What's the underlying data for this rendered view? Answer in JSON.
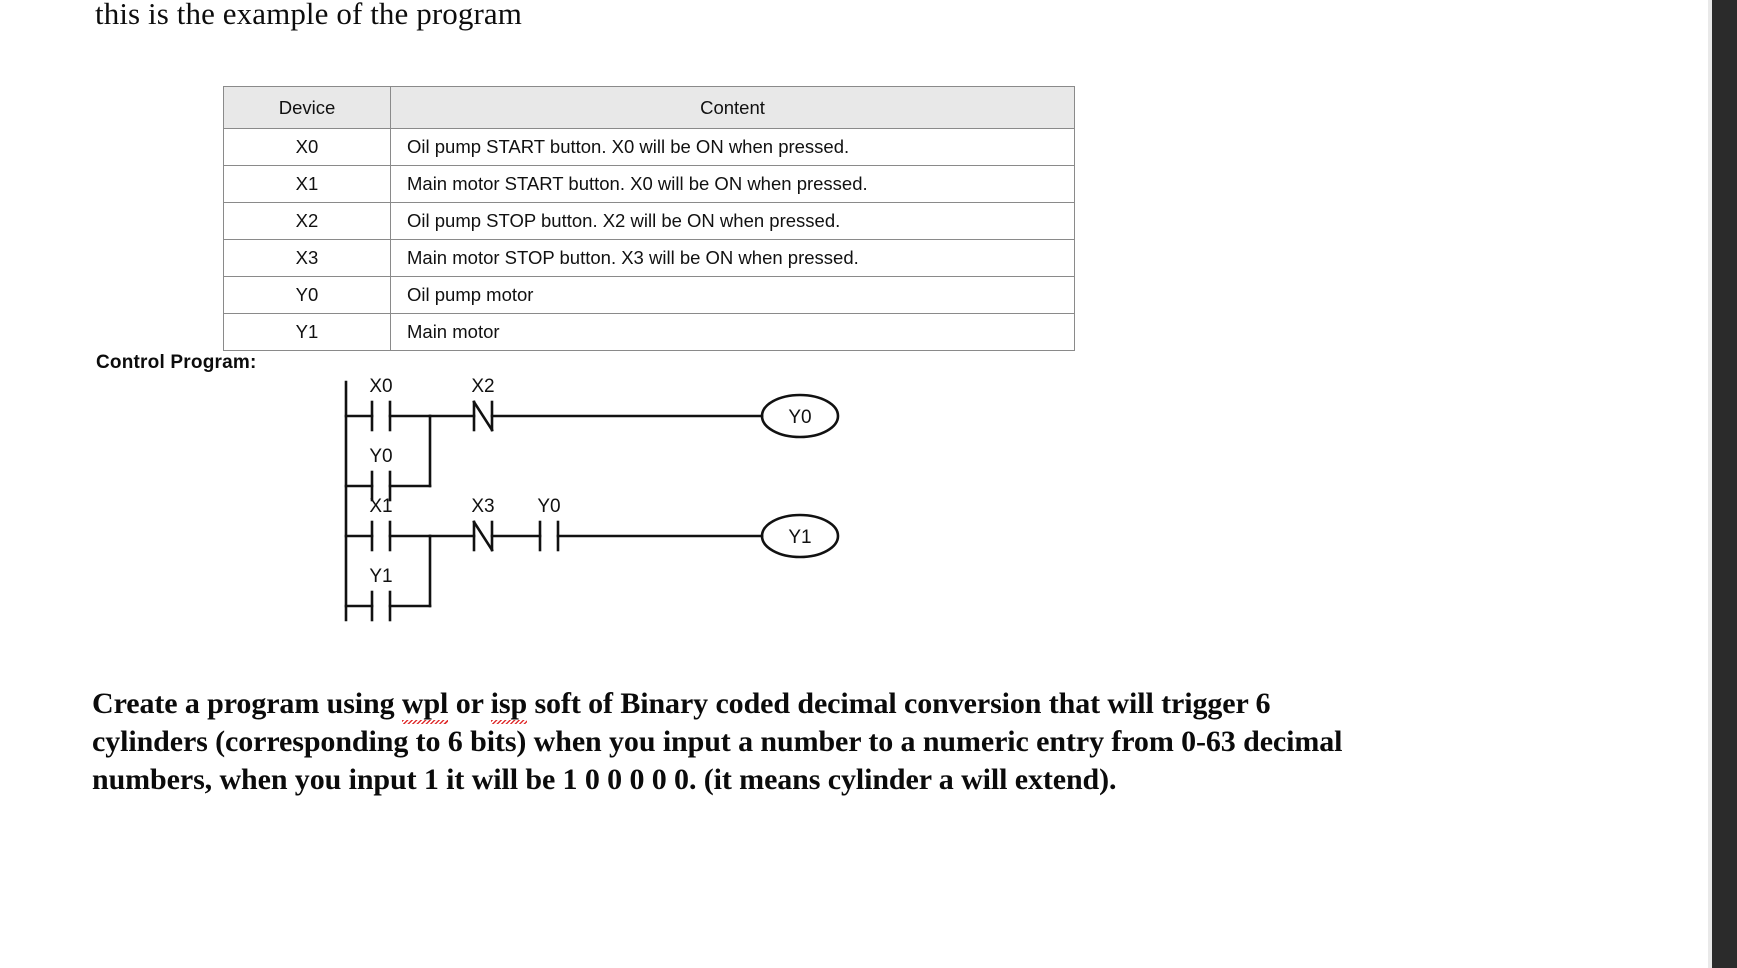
{
  "document": {
    "title": "this is the example of the program",
    "control_program_label": "Control Program:"
  },
  "device_table": {
    "headers": {
      "device": "Device",
      "content": "Content"
    },
    "rows": [
      {
        "device": "X0",
        "content": "Oil pump START button. X0 will be ON when pressed."
      },
      {
        "device": "X1",
        "content": "Main motor START button. X0 will be ON when pressed."
      },
      {
        "device": "X2",
        "content": "Oil pump STOP button. X2 will be ON when pressed."
      },
      {
        "device": "X3",
        "content": "Main motor STOP button. X3 will be ON when pressed."
      },
      {
        "device": "Y0",
        "content": "Oil pump motor"
      },
      {
        "device": "Y1",
        "content": "Main motor"
      }
    ]
  },
  "ladder_diagram": {
    "rungs": [
      {
        "name": "rung-1",
        "contacts_main": [
          {
            "label": "X0",
            "type": "normally-open"
          },
          {
            "label": "X2",
            "type": "normally-closed"
          }
        ],
        "contacts_branch": [
          {
            "label": "Y0",
            "type": "normally-open"
          }
        ],
        "coil": "Y0"
      },
      {
        "name": "rung-2",
        "contacts_main": [
          {
            "label": "X1",
            "type": "normally-open"
          },
          {
            "label": "X3",
            "type": "normally-closed"
          },
          {
            "label": "Y0",
            "type": "normally-open"
          }
        ],
        "contacts_branch": [
          {
            "label": "Y1",
            "type": "normally-open"
          }
        ],
        "coil": "Y1"
      }
    ]
  },
  "task": {
    "line1_a": "Create a program using ",
    "line1_misspelled_1": "wpl",
    "line1_b": " or ",
    "line1_misspelled_2": "isp",
    "line1_c": " soft of  Binary coded decimal conversion that will trigger 6 cylinders (corresponding to 6 bits) when you input a number to a numeric entry from 0-63 decimal numbers, when you input 1 it will be 1 0 0 0 0 0. (it means cylinder a will extend)."
  },
  "colors": {
    "table_header_bg": "#e8e8e8",
    "table_border": "#8a8a8a",
    "text": "#111111",
    "spellcheck_underline": "#e03131",
    "gutter": "#2b2b2b"
  }
}
